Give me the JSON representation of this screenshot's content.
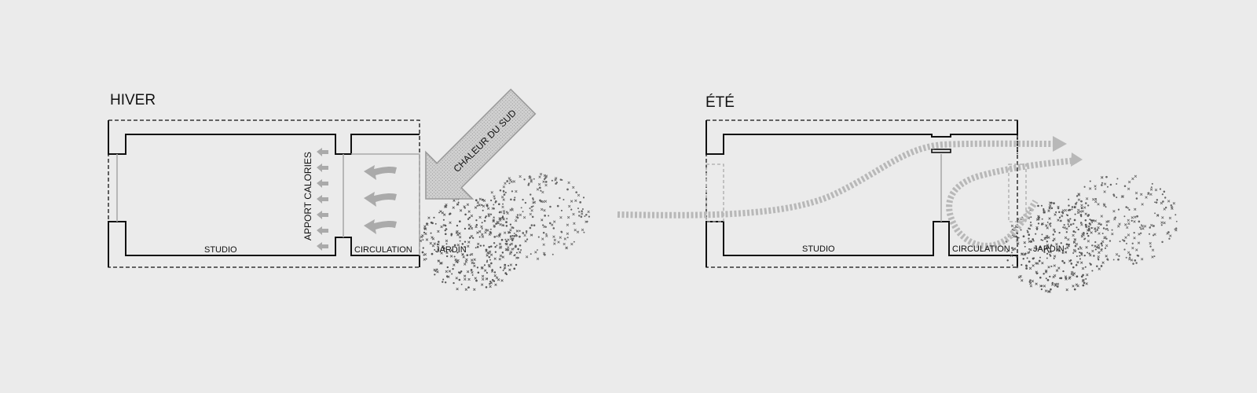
{
  "winter": {
    "title": "HIVER",
    "room_left": "STUDIO",
    "room_mid": "CIRCULATION",
    "room_right": "JARDIN",
    "sun_label": "CHALEUR DU SUD",
    "gain_label": "APPORT  CALORIES"
  },
  "summer": {
    "title": "ÉTÉ",
    "room_left": "STUDIO",
    "room_mid": "CIRCULATION",
    "room_right": "JARDIN"
  },
  "colors": {
    "background": "#ebebeb",
    "wall": "#111111",
    "arrow_grey": "#aaaaaa",
    "airflow_grey": "#b8b8b8",
    "vegetation_dots": "#555555"
  }
}
